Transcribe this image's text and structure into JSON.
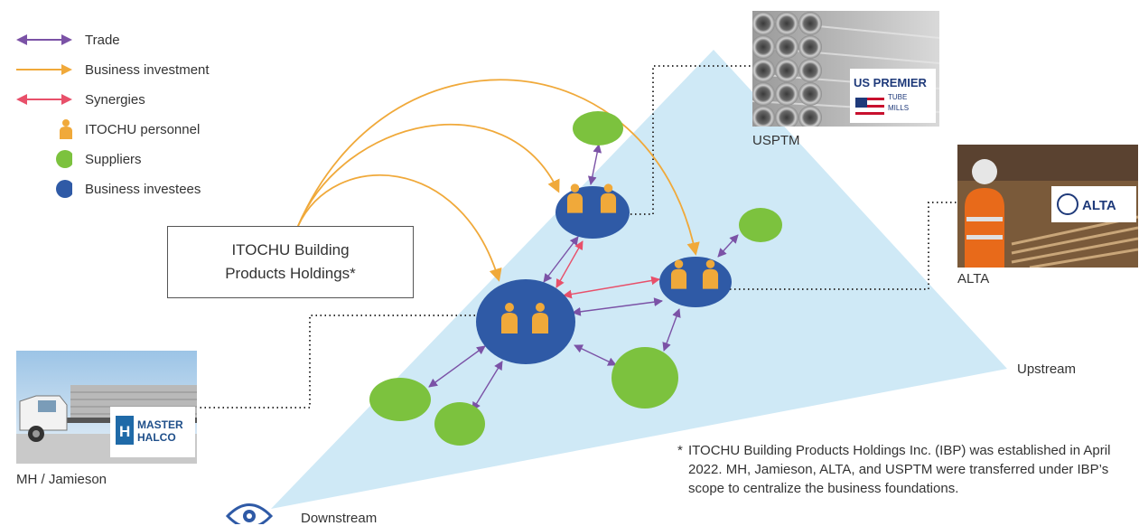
{
  "legend": {
    "items": [
      {
        "label": "Trade",
        "symbol": "double-arrow",
        "color": "#7b52a6"
      },
      {
        "label": "Business investment",
        "symbol": "single-arrow",
        "color": "#f0a93a"
      },
      {
        "label": "Synergies",
        "symbol": "double-arrow",
        "color": "#e8506a"
      },
      {
        "label": "ITOCHU personnel",
        "symbol": "person-icon",
        "color": "#f0a93a"
      },
      {
        "label": "Suppliers",
        "symbol": "green-circle",
        "color": "#7cc23e"
      },
      {
        "label": "Business investees",
        "symbol": "blue-circle",
        "color": "#2f5aa6"
      }
    ]
  },
  "holding": {
    "line1": "ITOCHU Building",
    "line2": "Products Holdings*"
  },
  "companies": {
    "usptm": {
      "label": "USPTM",
      "logo_lines": [
        "US PREMIER",
        "TUBE",
        "MILLS"
      ]
    },
    "alta": {
      "label": "ALTA",
      "logo_text": "ALTA"
    },
    "mh": {
      "label": "MH / Jamieson",
      "logo_lines": [
        "MASTER",
        "HALCO"
      ]
    }
  },
  "directions": {
    "upstream": "Upstream",
    "downstream": "Downstream"
  },
  "footnote": {
    "star": "*",
    "text": "ITOCHU Building Products Holdings Inc. (IBP) was established in April 2022. MH, Jamieson, ALTA, and USPTM were transferred under IBP’s scope to centralize the business foundations."
  },
  "colors": {
    "trade": "#7b52a6",
    "investment": "#f0a93a",
    "synergy": "#e8506a",
    "supplier": "#7cc23e",
    "investee": "#2f5aa6",
    "triangle": "#cfe9f6"
  }
}
